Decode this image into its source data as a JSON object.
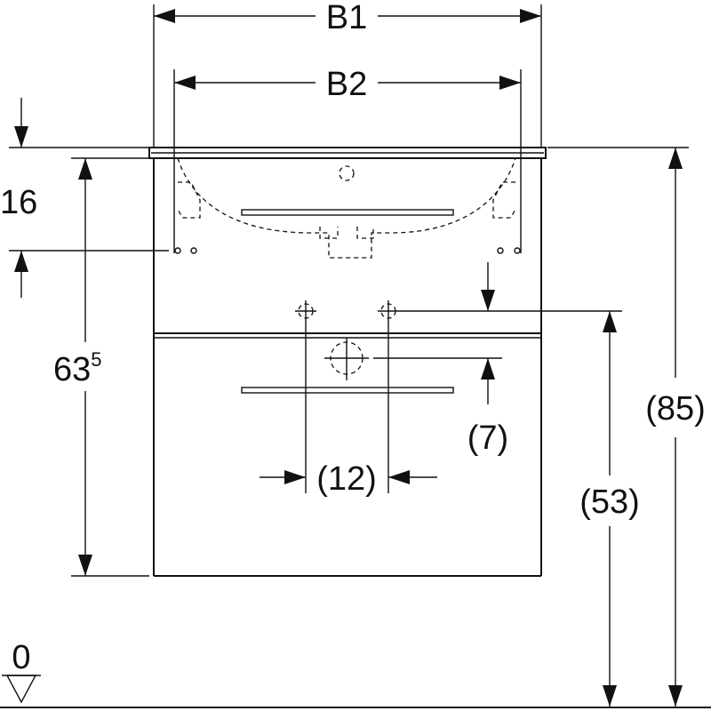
{
  "dimensions": {
    "b1": "B1",
    "b2": "B2",
    "top_offset": "16",
    "cabinet_height_main": "63",
    "cabinet_height_sup": "5",
    "drain_offset": "(7)",
    "tap_spacing": "(12)",
    "drawer_height": "(53)",
    "total_height": "(85)",
    "floor_level": "0"
  },
  "colors": {
    "line": "#111111",
    "background": "#ffffff"
  }
}
